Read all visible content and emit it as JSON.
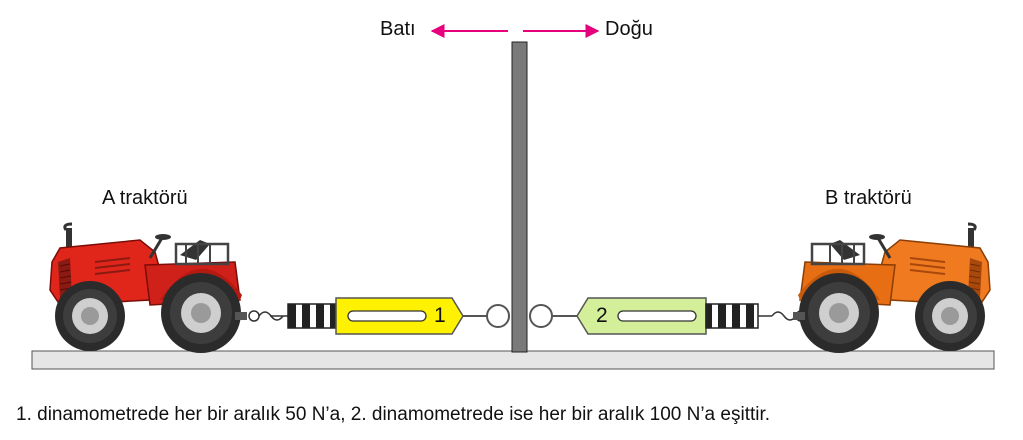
{
  "directions": {
    "west": "Batı",
    "east": "Doğu"
  },
  "tractors": {
    "a": {
      "label": "A traktörü",
      "color": "#e0261b"
    },
    "b": {
      "label": "B traktörü",
      "color": "#f07a1f"
    }
  },
  "dynamometers": {
    "d1": {
      "number": "1",
      "color": "#fff200"
    },
    "d2": {
      "number": "2",
      "color": "#d3ef9a"
    }
  },
  "caption": "1. dinamometrede her bir aralık 50 N’a, 2. dinamometrede ise her bir aralık 100 N’a eşittir.",
  "arrow_color": "#e6007e"
}
